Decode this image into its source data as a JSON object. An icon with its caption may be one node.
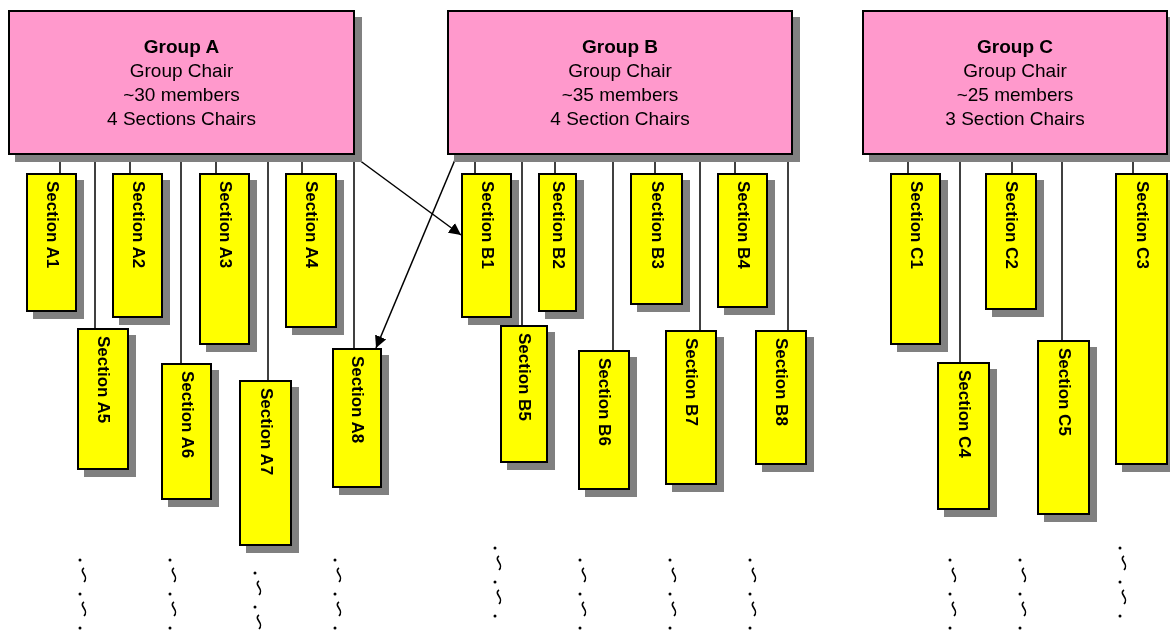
{
  "diagram": {
    "nodes": [
      {
        "text": [
          "Group A",
          "Group Chair",
          "~30 members",
          "4 Sections Chairs"
        ]
      },
      {
        "text": [
          "Group B",
          "Group Chair",
          "~35 members",
          "4 Section Chairs"
        ]
      },
      {
        "text": [
          "Group C",
          "Group Chair",
          "~25 members",
          "3 Section Chairs"
        ]
      },
      {
        "text": [
          "Section A1"
        ]
      },
      {
        "text": [
          "Section A2"
        ]
      },
      {
        "text": [
          "Section A3"
        ]
      },
      {
        "text": [
          "Section A4"
        ]
      },
      {
        "text": [
          "Section A5"
        ]
      },
      {
        "text": [
          "Section A6"
        ]
      },
      {
        "text": [
          "Section A7"
        ]
      },
      {
        "text": [
          "Section A8"
        ]
      },
      {
        "text": [
          "Section B1"
        ]
      },
      {
        "text": [
          "Section B2"
        ]
      },
      {
        "text": [
          "Section B3"
        ]
      },
      {
        "text": [
          "Section B4"
        ]
      },
      {
        "text": [
          "Section B5"
        ]
      },
      {
        "text": [
          "Section B6"
        ]
      },
      {
        "text": [
          "Section B7"
        ]
      },
      {
        "text": [
          "Section B8"
        ]
      },
      {
        "text": [
          "Section C1"
        ]
      },
      {
        "text": [
          "Section C2"
        ]
      },
      {
        "text": [
          "Section C3"
        ]
      },
      {
        "text": [
          "Section C4"
        ]
      },
      {
        "text": [
          "Section C5"
        ]
      }
    ],
    "edges": [
      {
        "from": 0,
        "to": 3,
        "arrow": "none"
      },
      {
        "from": 0,
        "to": 7,
        "arrow": "none"
      },
      {
        "from": 0,
        "to": 4,
        "arrow": "none"
      },
      {
        "from": 0,
        "to": 8,
        "arrow": "none"
      },
      {
        "from": 0,
        "to": 5,
        "arrow": "none"
      },
      {
        "from": 0,
        "to": 9,
        "arrow": "none"
      },
      {
        "from": 0,
        "to": 6,
        "arrow": "none"
      },
      {
        "from": 0,
        "to": 10,
        "arrow": "none"
      },
      {
        "from": 1,
        "to": 11,
        "arrow": "none"
      },
      {
        "from": 1,
        "to": 15,
        "arrow": "none"
      },
      {
        "from": 1,
        "to": 12,
        "arrow": "none"
      },
      {
        "from": 1,
        "to": 16,
        "arrow": "none"
      },
      {
        "from": 1,
        "to": 13,
        "arrow": "none"
      },
      {
        "from": 1,
        "to": 17,
        "arrow": "none"
      },
      {
        "from": 1,
        "to": 14,
        "arrow": "none"
      },
      {
        "from": 1,
        "to": 18,
        "arrow": "none"
      },
      {
        "from": 2,
        "to": 19,
        "arrow": "none"
      },
      {
        "from": 2,
        "to": 22,
        "arrow": "none"
      },
      {
        "from": 2,
        "to": 20,
        "arrow": "none"
      },
      {
        "from": 2,
        "to": 23,
        "arrow": "none"
      },
      {
        "from": 2,
        "to": 21,
        "arrow": "none"
      },
      {
        "from": 0,
        "to": 11,
        "arrow": "to"
      },
      {
        "from": 1,
        "to": 10,
        "arrow": "to"
      }
    ]
  }
}
